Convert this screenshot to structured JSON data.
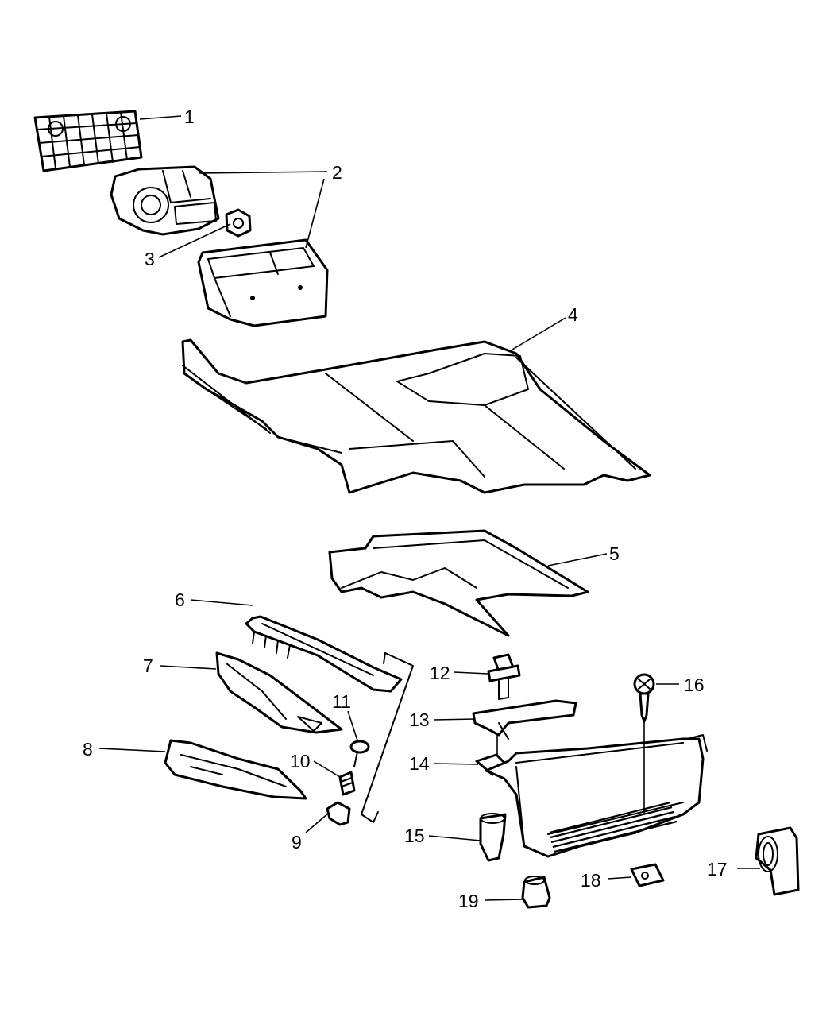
{
  "callouts": [
    "1",
    "2",
    "3",
    "4",
    "5",
    "6",
    "7",
    "8",
    "9",
    "10",
    "11",
    "12",
    "13",
    "14",
    "15",
    "16",
    "17",
    "18",
    "19"
  ],
  "parts": [
    {
      "callout": "1",
      "icon": "grille-icon"
    },
    {
      "callout": "2",
      "icon": "air-duct-housing-icon"
    },
    {
      "callout": "3",
      "icon": "nut-icon"
    },
    {
      "callout": "4",
      "icon": "floor-carpet-icon"
    },
    {
      "callout": "5",
      "icon": "floor-mat-icon"
    },
    {
      "callout": "6",
      "icon": "sill-trim-icon"
    },
    {
      "callout": "7",
      "icon": "side-panel-icon"
    },
    {
      "callout": "8",
      "icon": "scuff-plate-icon"
    },
    {
      "callout": "9",
      "icon": "clip-icon"
    },
    {
      "callout": "10",
      "icon": "spring-icon"
    },
    {
      "callout": "11",
      "icon": "push-pin-icon"
    },
    {
      "callout": "12",
      "icon": "bolt-icon"
    },
    {
      "callout": "13",
      "icon": "bracket-icon"
    },
    {
      "callout": "14",
      "icon": "retainer-icon"
    },
    {
      "callout": "15",
      "icon": "grommet-icon"
    },
    {
      "callout": "16",
      "icon": "screw-icon"
    },
    {
      "callout": "17",
      "icon": "vent-cover-icon"
    },
    {
      "callout": "18",
      "icon": "clip-nut-icon"
    },
    {
      "callout": "19",
      "icon": "cap-icon"
    }
  ]
}
